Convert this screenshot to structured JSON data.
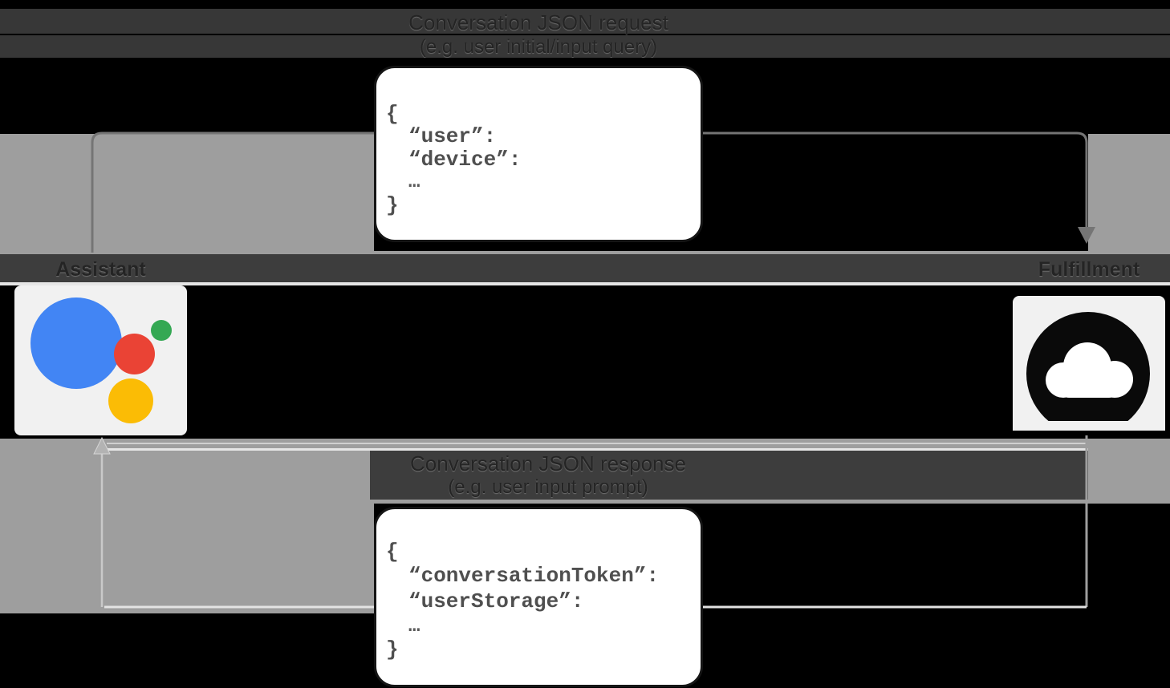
{
  "diagram": {
    "request_label": {
      "line1": "Conversation JSON request",
      "line2": "(e.g. user initial/input query)"
    },
    "response_label": {
      "line1": "Conversation JSON response",
      "line2": "(e.g. user input prompt)"
    },
    "request_payload": {
      "brace_open": "{",
      "fields": [
        "“user”:",
        "“device”:"
      ],
      "ellipsis": "…",
      "brace_close": "}"
    },
    "response_payload": {
      "brace_open": "{",
      "fields": [
        "“conversationToken”:",
        "“userStorage”:"
      ],
      "ellipsis": "…",
      "brace_close": "}"
    },
    "assistant": {
      "label": "Assistant"
    },
    "fulfillment": {
      "label": "Fulfillment"
    },
    "colors": {
      "background": "#000000",
      "artifact_gray": "#9e9e9e",
      "band_dark": "#3d3d3d",
      "arrow_dark": "#757575",
      "arrow_light": "#e3e3e3",
      "box_bg": "#ffffff",
      "box_border": "#151515",
      "card_bg": "#f1f1f1",
      "assistant_blue": "#4285f4",
      "assistant_red": "#ea4335",
      "assistant_green": "#34a853",
      "assistant_yellow": "#fbbc05",
      "cloud_icon": "#0a0a0a"
    }
  }
}
